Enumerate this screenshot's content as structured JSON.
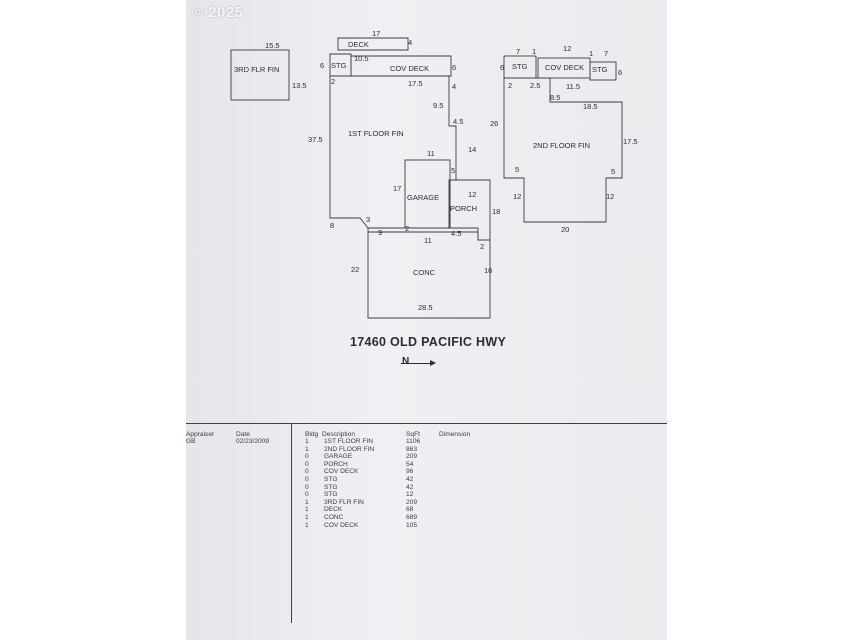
{
  "watermark": "© 2025",
  "address": "17460 OLD PACIFIC HWY",
  "north_label": "N",
  "sketch": {
    "rooms": {
      "third_flr": "3RD FLR FIN",
      "deck": "DECK",
      "stg_a": "STG",
      "cov_deck_a": "COV DECK",
      "first_floor": "1ST FLOOR FIN",
      "garage": "GARAGE",
      "porch": "PORCH",
      "conc": "CONC",
      "stg_b": "STG",
      "cov_deck_b": "COV DECK",
      "stg_c": "STG",
      "second_floor": "2ND FLOOR FIN"
    },
    "dims": {
      "d15_5": "15.5",
      "d13_5": "13.5",
      "d17_top": "17",
      "d4_top": "4",
      "d10_5": "10.5",
      "d6_stg": "6",
      "d2_stg": "2",
      "d17_5": "17.5",
      "d6_cov": "6",
      "d4_cov": "4",
      "d9_5": "9.5",
      "d4_5a": "4.5",
      "d37_5": "37.5",
      "d14": "14",
      "d11_gar": "11",
      "d5_gar": "5",
      "d17_gar": "17",
      "d12_porch": "12",
      "d18": "18",
      "d3": "3",
      "d8": "8",
      "d9": "9",
      "d2_gar": "2",
      "d11_bot": "11",
      "d4_5b": "4.5",
      "d2_conc": "2",
      "d22": "22",
      "d16": "16",
      "d28_5": "28.5",
      "r7a": "7",
      "r1a": "1",
      "r12": "12",
      "r1b": "1",
      "r7b": "7",
      "r6a": "6",
      "r6b": "6",
      "r2": "2",
      "r2_5": "2.5",
      "r11_5": "11.5",
      "r8_5": "8.5",
      "r18_5": "18.5",
      "r26": "26",
      "r17_5": "17.5",
      "r5a": "5",
      "r5b": "5",
      "r12a": "12",
      "r12b": "12",
      "r20": "20"
    }
  },
  "table": {
    "left_headers": {
      "appraiser": "Appraiser",
      "date": "Date"
    },
    "left_values": {
      "appraiser": "GB",
      "date": "02/23/2009"
    },
    "headers": {
      "bldg": "Bldg",
      "description": "Description",
      "sqft": "SqFt",
      "dimension": "Dimension"
    },
    "rows": [
      {
        "bldg": "1",
        "description": "1ST FLOOR FIN",
        "sqft": "1106"
      },
      {
        "bldg": "1",
        "description": "2ND FLOOR FIN",
        "sqft": "863"
      },
      {
        "bldg": "0",
        "description": "GARAGE",
        "sqft": "209"
      },
      {
        "bldg": "0",
        "description": "PORCH",
        "sqft": "54"
      },
      {
        "bldg": "0",
        "description": "COV DECK",
        "sqft": "96"
      },
      {
        "bldg": "0",
        "description": "STG",
        "sqft": "42"
      },
      {
        "bldg": "0",
        "description": "STG",
        "sqft": "42"
      },
      {
        "bldg": "0",
        "description": "STG",
        "sqft": "12"
      },
      {
        "bldg": "1",
        "description": "3RD FLR FIN",
        "sqft": "209"
      },
      {
        "bldg": "1",
        "description": "DECK",
        "sqft": "68"
      },
      {
        "bldg": "1",
        "description": "CONC",
        "sqft": "689"
      },
      {
        "bldg": "1",
        "description": "COV DECK",
        "sqft": "105"
      }
    ]
  }
}
